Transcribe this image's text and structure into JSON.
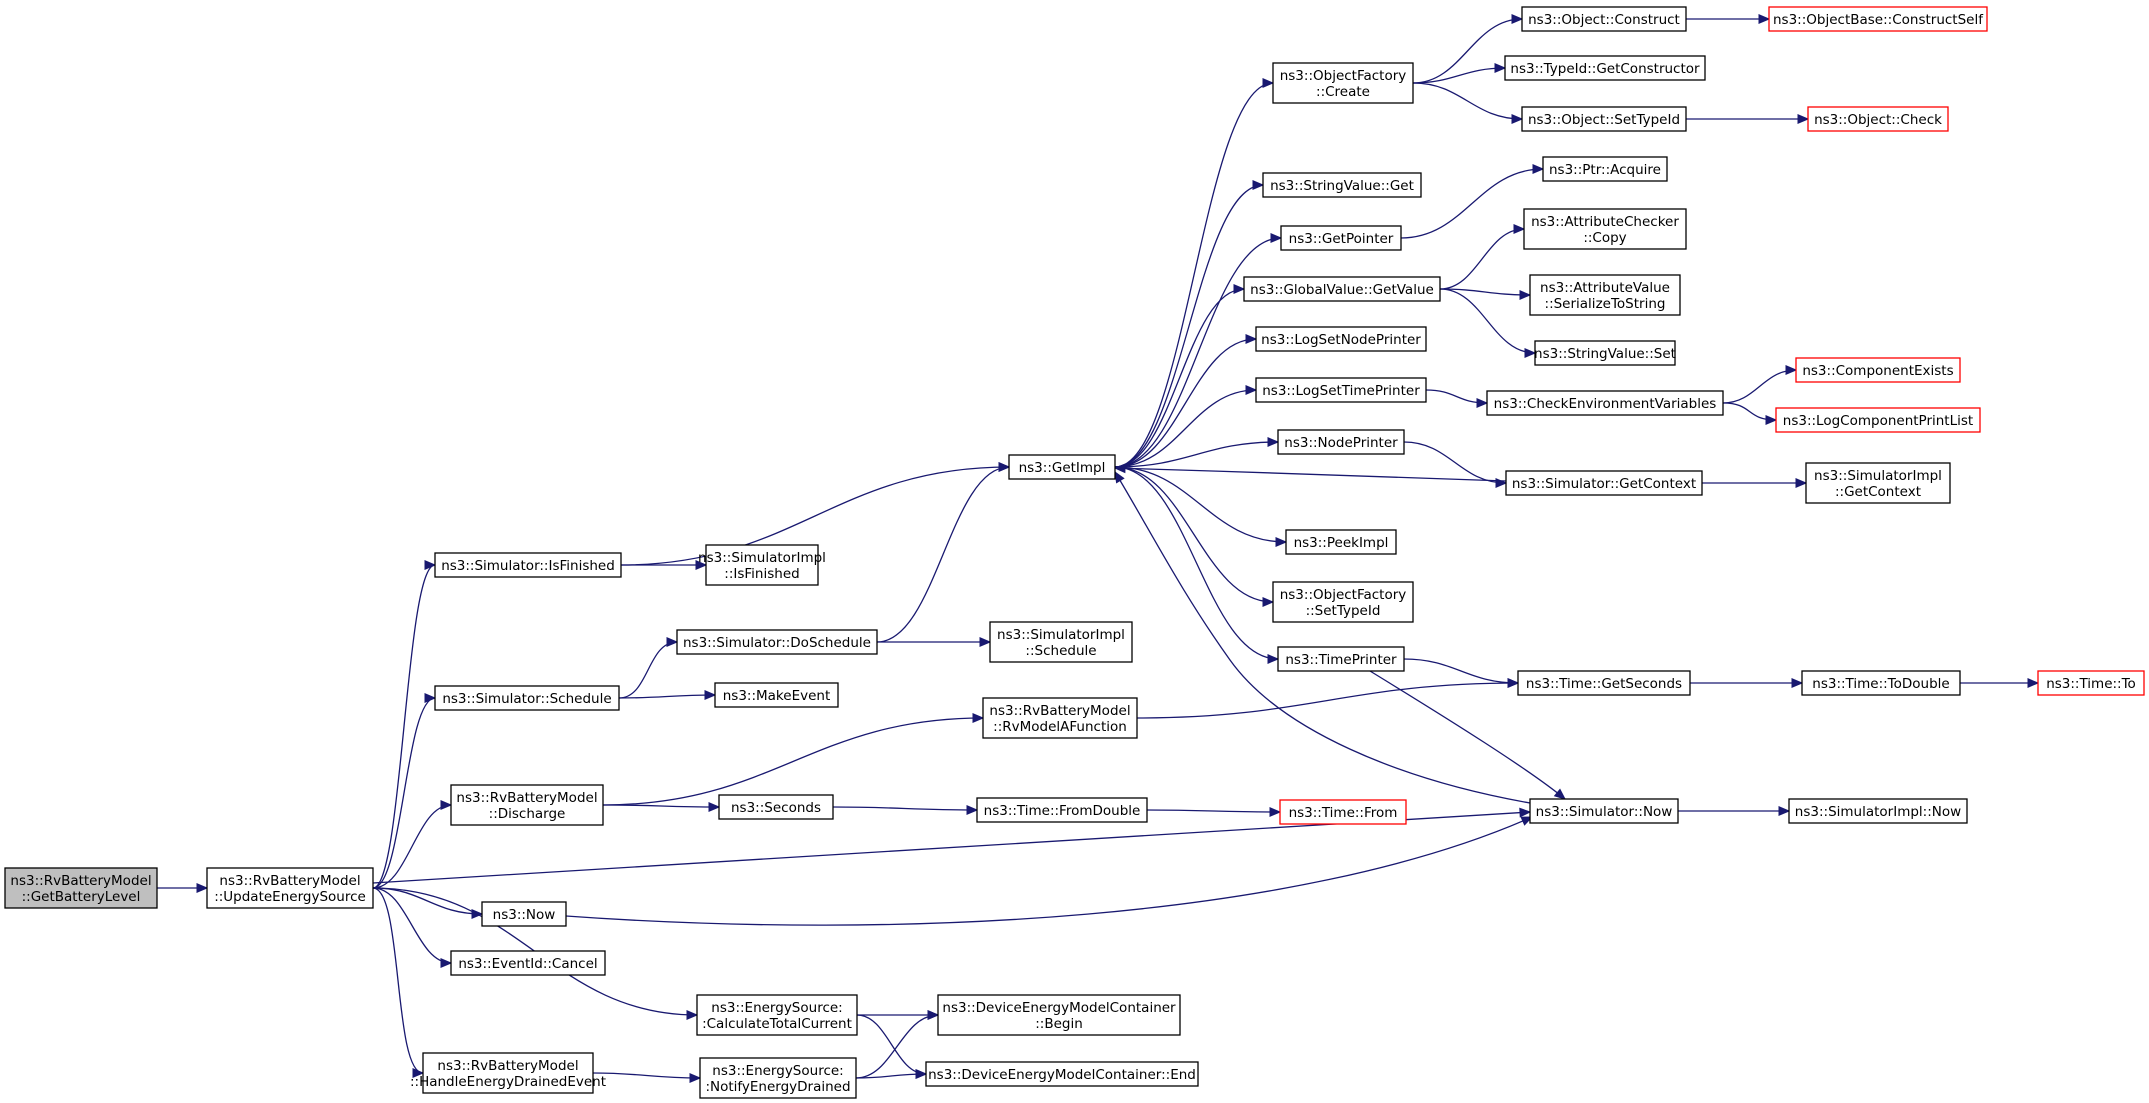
{
  "graph": {
    "colors": {
      "edge": "#191970",
      "box_border": "#000000",
      "truncated_border": "#ff0000",
      "root_fill": "#bfbfbf",
      "background": "#ffffff"
    },
    "nodes": [
      {
        "id": "root",
        "lines": [
          "ns3::RvBatteryModel",
          "::GetBatteryLevel"
        ],
        "style": "root"
      },
      {
        "id": "ues",
        "lines": [
          "ns3::RvBatteryModel",
          "::UpdateEnergySource"
        ],
        "style": "normal"
      },
      {
        "id": "isfin",
        "lines": [
          "ns3::Simulator::IsFinished"
        ],
        "style": "normal"
      },
      {
        "id": "simimpl_isfin",
        "lines": [
          "ns3::SimulatorImpl",
          "::IsFinished"
        ],
        "style": "normal"
      },
      {
        "id": "sched",
        "lines": [
          "ns3::Simulator::Schedule"
        ],
        "style": "normal"
      },
      {
        "id": "makeevent",
        "lines": [
          "ns3::MakeEvent"
        ],
        "style": "normal"
      },
      {
        "id": "dosched",
        "lines": [
          "ns3::Simulator::DoSchedule"
        ],
        "style": "normal"
      },
      {
        "id": "simimpl_sched",
        "lines": [
          "ns3::SimulatorImpl",
          "::Schedule"
        ],
        "style": "normal"
      },
      {
        "id": "discharge",
        "lines": [
          "ns3::RvBatteryModel",
          "::Discharge"
        ],
        "style": "normal"
      },
      {
        "id": "rvmodel",
        "lines": [
          "ns3::RvBatteryModel",
          "::RvModelAFunction"
        ],
        "style": "normal"
      },
      {
        "id": "seconds",
        "lines": [
          "ns3::Seconds"
        ],
        "style": "normal"
      },
      {
        "id": "fromdouble",
        "lines": [
          "ns3::Time::FromDouble"
        ],
        "style": "normal"
      },
      {
        "id": "timefrom",
        "lines": [
          "ns3::Time::From"
        ],
        "style": "truncated"
      },
      {
        "id": "now",
        "lines": [
          "ns3::Now"
        ],
        "style": "normal"
      },
      {
        "id": "cancel",
        "lines": [
          "ns3::EventId::Cancel"
        ],
        "style": "normal"
      },
      {
        "id": "calctotal",
        "lines": [
          "ns3::EnergySource:",
          ":CalculateTotalCurrent"
        ],
        "style": "normal"
      },
      {
        "id": "handledrained",
        "lines": [
          "ns3::RvBatteryModel",
          "::HandleEnergyDrainedEvent"
        ],
        "style": "normal"
      },
      {
        "id": "notifydrained",
        "lines": [
          "ns3::EnergySource:",
          ":NotifyEnergyDrained"
        ],
        "style": "normal"
      },
      {
        "id": "dembegin",
        "lines": [
          "ns3::DeviceEnergyModelContainer",
          "::Begin"
        ],
        "style": "normal"
      },
      {
        "id": "demend",
        "lines": [
          "ns3::DeviceEnergyModelContainer::End"
        ],
        "style": "normal"
      },
      {
        "id": "getimpl",
        "lines": [
          "ns3::GetImpl"
        ],
        "style": "normal"
      },
      {
        "id": "ofcreate",
        "lines": [
          "ns3::ObjectFactory",
          "::Create"
        ],
        "style": "normal"
      },
      {
        "id": "stringget",
        "lines": [
          "ns3::StringValue::Get"
        ],
        "style": "normal"
      },
      {
        "id": "getpointer",
        "lines": [
          "ns3::GetPointer"
        ],
        "style": "normal"
      },
      {
        "id": "gvgetvalue",
        "lines": [
          "ns3::GlobalValue::GetValue"
        ],
        "style": "normal"
      },
      {
        "id": "lognodeprinter",
        "lines": [
          "ns3::LogSetNodePrinter"
        ],
        "style": "normal"
      },
      {
        "id": "logtimeprinter",
        "lines": [
          "ns3::LogSetTimePrinter"
        ],
        "style": "normal"
      },
      {
        "id": "nodeprinter",
        "lines": [
          "ns3::NodePrinter"
        ],
        "style": "normal"
      },
      {
        "id": "peekimpl",
        "lines": [
          "ns3::PeekImpl"
        ],
        "style": "normal"
      },
      {
        "id": "ofsettypeid",
        "lines": [
          "ns3::ObjectFactory",
          "::SetTypeId"
        ],
        "style": "normal"
      },
      {
        "id": "timeprinter",
        "lines": [
          "ns3::TimePrinter"
        ],
        "style": "normal"
      },
      {
        "id": "objconstruct",
        "lines": [
          "ns3::Object::Construct"
        ],
        "style": "normal"
      },
      {
        "id": "typeidgetctor",
        "lines": [
          "ns3::TypeId::GetConstructor"
        ],
        "style": "normal"
      },
      {
        "id": "objsettypeid",
        "lines": [
          "ns3::Object::SetTypeId"
        ],
        "style": "normal"
      },
      {
        "id": "ptracquire",
        "lines": [
          "ns3::Ptr::Acquire"
        ],
        "style": "normal"
      },
      {
        "id": "attrcheckercopy",
        "lines": [
          "ns3::AttributeChecker",
          "::Copy"
        ],
        "style": "normal"
      },
      {
        "id": "attrvalser",
        "lines": [
          "ns3::AttributeValue",
          "::SerializeToString"
        ],
        "style": "normal"
      },
      {
        "id": "stringset",
        "lines": [
          "ns3::StringValue::Set"
        ],
        "style": "normal"
      },
      {
        "id": "checkenv",
        "lines": [
          "ns3::CheckEnvironmentVariables"
        ],
        "style": "normal"
      },
      {
        "id": "simgetctx",
        "lines": [
          "ns3::Simulator::GetContext"
        ],
        "style": "normal"
      },
      {
        "id": "timegetsec",
        "lines": [
          "ns3::Time::GetSeconds"
        ],
        "style": "normal"
      },
      {
        "id": "simnow",
        "lines": [
          "ns3::Simulator::Now"
        ],
        "style": "normal"
      },
      {
        "id": "objbaseconstruct",
        "lines": [
          "ns3::ObjectBase::ConstructSelf"
        ],
        "style": "truncated"
      },
      {
        "id": "objcheck",
        "lines": [
          "ns3::Object::Check"
        ],
        "style": "truncated"
      },
      {
        "id": "compexists",
        "lines": [
          "ns3::ComponentExists"
        ],
        "style": "truncated"
      },
      {
        "id": "logcompprint",
        "lines": [
          "ns3::LogComponentPrintList"
        ],
        "style": "truncated"
      },
      {
        "id": "simimplgetctx",
        "lines": [
          "ns3::SimulatorImpl",
          "::GetContext"
        ],
        "style": "normal"
      },
      {
        "id": "timetodouble",
        "lines": [
          "ns3::Time::ToDouble"
        ],
        "style": "normal"
      },
      {
        "id": "timeto",
        "lines": [
          "ns3::Time::To"
        ],
        "style": "truncated"
      },
      {
        "id": "simimplnow",
        "lines": [
          "ns3::SimulatorImpl::Now"
        ],
        "style": "normal"
      }
    ],
    "edges": [
      [
        "root",
        "ues"
      ],
      [
        "ues",
        "isfin"
      ],
      [
        "ues",
        "sched"
      ],
      [
        "ues",
        "discharge"
      ],
      [
        "ues",
        "simnow"
      ],
      [
        "ues",
        "now"
      ],
      [
        "ues",
        "cancel"
      ],
      [
        "ues",
        "calctotal"
      ],
      [
        "ues",
        "handledrained"
      ],
      [
        "isfin",
        "getimpl"
      ],
      [
        "isfin",
        "simimpl_isfin"
      ],
      [
        "sched",
        "dosched"
      ],
      [
        "sched",
        "makeevent"
      ],
      [
        "dosched",
        "getimpl"
      ],
      [
        "dosched",
        "simimpl_sched"
      ],
      [
        "discharge",
        "rvmodel"
      ],
      [
        "discharge",
        "seconds"
      ],
      [
        "rvmodel",
        "timegetsec"
      ],
      [
        "seconds",
        "fromdouble"
      ],
      [
        "fromdouble",
        "timefrom"
      ],
      [
        "now",
        "simnow"
      ],
      [
        "calctotal",
        "dembegin"
      ],
      [
        "calctotal",
        "demend"
      ],
      [
        "handledrained",
        "notifydrained"
      ],
      [
        "notifydrained",
        "dembegin"
      ],
      [
        "notifydrained",
        "demend"
      ],
      [
        "getimpl",
        "ofcreate"
      ],
      [
        "getimpl",
        "stringget"
      ],
      [
        "getimpl",
        "getpointer"
      ],
      [
        "getimpl",
        "gvgetvalue"
      ],
      [
        "getimpl",
        "lognodeprinter"
      ],
      [
        "getimpl",
        "logtimeprinter"
      ],
      [
        "getimpl",
        "nodeprinter"
      ],
      [
        "getimpl",
        "peekimpl"
      ],
      [
        "getimpl",
        "ofsettypeid"
      ],
      [
        "getimpl",
        "timeprinter"
      ],
      [
        "ofcreate",
        "objconstruct"
      ],
      [
        "ofcreate",
        "typeidgetctor"
      ],
      [
        "ofcreate",
        "objsettypeid"
      ],
      [
        "objconstruct",
        "objbaseconstruct"
      ],
      [
        "objsettypeid",
        "objcheck"
      ],
      [
        "getpointer",
        "ptracquire"
      ],
      [
        "gvgetvalue",
        "attrcheckercopy"
      ],
      [
        "gvgetvalue",
        "attrvalser"
      ],
      [
        "gvgetvalue",
        "stringset"
      ],
      [
        "logtimeprinter",
        "checkenv"
      ],
      [
        "checkenv",
        "compexists"
      ],
      [
        "checkenv",
        "logcompprint"
      ],
      [
        "nodeprinter",
        "simgetctx"
      ],
      [
        "simgetctx",
        "getimpl"
      ],
      [
        "simgetctx",
        "simimplgetctx"
      ],
      [
        "timeprinter",
        "timegetsec"
      ],
      [
        "timeprinter",
        "simnow"
      ],
      [
        "simnow",
        "getimpl"
      ],
      [
        "simnow",
        "simimplnow"
      ],
      [
        "timegetsec",
        "timetodouble"
      ],
      [
        "timetodouble",
        "timeto"
      ]
    ]
  }
}
